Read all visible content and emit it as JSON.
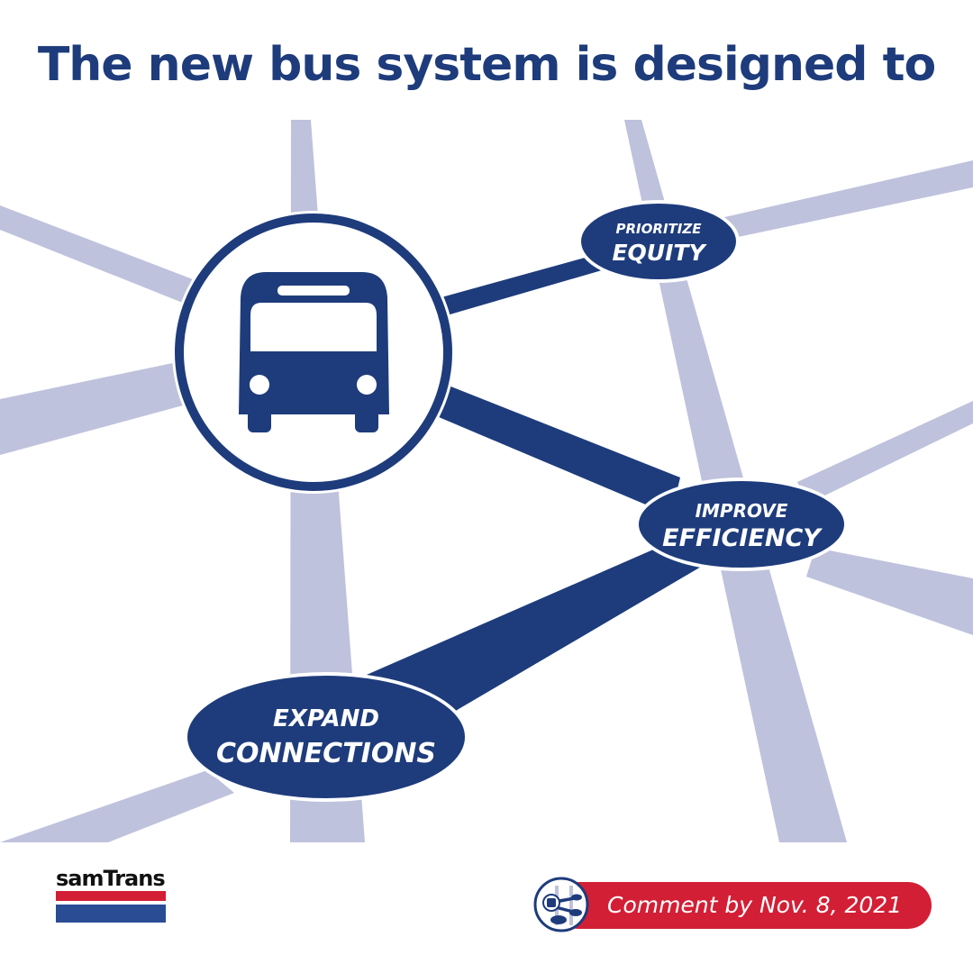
{
  "title": "The new bus system is designed to",
  "icons": {
    "bus": "bus-front-icon",
    "badge": "bus-network-badge-icon"
  },
  "goals": [
    {
      "line1": "PRIORITIZE",
      "line2": "EQUITY"
    },
    {
      "line1": "IMPROVE",
      "line2": "EFFICIENCY"
    },
    {
      "line1": "EXPAND",
      "line2": "CONNECTIONS"
    }
  ],
  "logo": {
    "text": "samTrans"
  },
  "cta": {
    "text": "Comment by Nov. 8, 2021"
  },
  "colors": {
    "navy": "#1e3c7c",
    "road": "#bfc2dc",
    "red": "#d31f35",
    "logo_blue": "#2a4c95"
  }
}
